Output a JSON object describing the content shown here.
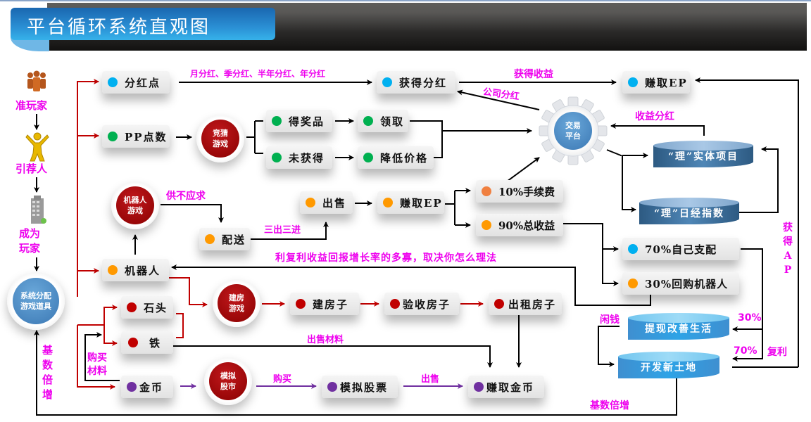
{
  "header": {
    "title": "平台循环系统直观图"
  },
  "colors": {
    "accent_magenta": "#ee00ee",
    "red_flow": "#c00000",
    "purple_flow": "#7030a0",
    "dot_blue": "#00b0f0",
    "dot_green": "#00b050",
    "dot_orange": "#ff9900",
    "dot_orange2": "#f08040",
    "dot_red": "#c00000",
    "dot_purple": "#7030a0"
  },
  "left_flow": {
    "prospect": {
      "icon": "people-icon",
      "label": "准玩家"
    },
    "referrer": {
      "icon": "person-icon",
      "label": "引荐人"
    },
    "become_player": {
      "icon": "building-icon",
      "label_line1": "成为",
      "label_line2": "玩家"
    },
    "system_hub": {
      "line1": "系统分配",
      "line2": "游戏道具"
    },
    "base_multiply_left": [
      "基",
      "数",
      "倍",
      "增"
    ]
  },
  "nodes": {
    "dividend_points": "分红点",
    "pp_points": "PP点数",
    "guess_game": {
      "line1": "竞猜",
      "line2": "游戏"
    },
    "win_prize": "得奖品",
    "not_win": "未获得",
    "claim": "领取",
    "lower_price": "降低价格",
    "get_dividend": "获得分红",
    "earn_ep_top": "赚取EP",
    "trade_platform": {
      "line1": "交易",
      "line2": "平台"
    },
    "robot_game": {
      "line1": "机器人",
      "line2": "游戏"
    },
    "deliver": "配送",
    "sell": "出售",
    "earn_ep_mid": "赚取EP",
    "fee_10": "10%手续费",
    "revenue_90": "90%总收益",
    "self_70": "70%自己支配",
    "buyback_30": "30%回购机器人",
    "robot": "机器人",
    "stone": "石头",
    "iron": "铁",
    "gold_coin": "金币",
    "build_game": {
      "line1": "建房",
      "line2": "游戏"
    },
    "build_house": "建房子",
    "inspect_house": "验收房子",
    "rent_house": "出租房子",
    "stock_market": {
      "line1": "模拟",
      "line2": "股市"
    },
    "sim_stock": "模拟股票",
    "earn_gold": "赚取金币",
    "entity_project": "“理”实体项目",
    "nikkei_index": "“理”日经指数",
    "withdraw": "提现改善生活",
    "develop_land": "开发新土地"
  },
  "labels": {
    "dividend_periods": "月分红、季分红、半年分红、年分红",
    "get_income": "获得收益",
    "company_dividend": "公司分红",
    "income_dividend": "收益分红",
    "short_supply": "供不应求",
    "three_in_out": "三出三进",
    "compound_note": "利复利收益回报增长率的多寡，取决你怎么理法",
    "sell_materials": "出售材料",
    "buy_materials_1": "购买",
    "buy_materials_2": "材料",
    "buy": "购买",
    "sell": "出售",
    "get_ap": [
      "获",
      "得",
      "A",
      "P"
    ],
    "idle_money": "闲钱",
    "pct_30": "30%",
    "pct_70": "70%",
    "compound": "复利",
    "base_multiply_bottom": "基数倍增"
  }
}
